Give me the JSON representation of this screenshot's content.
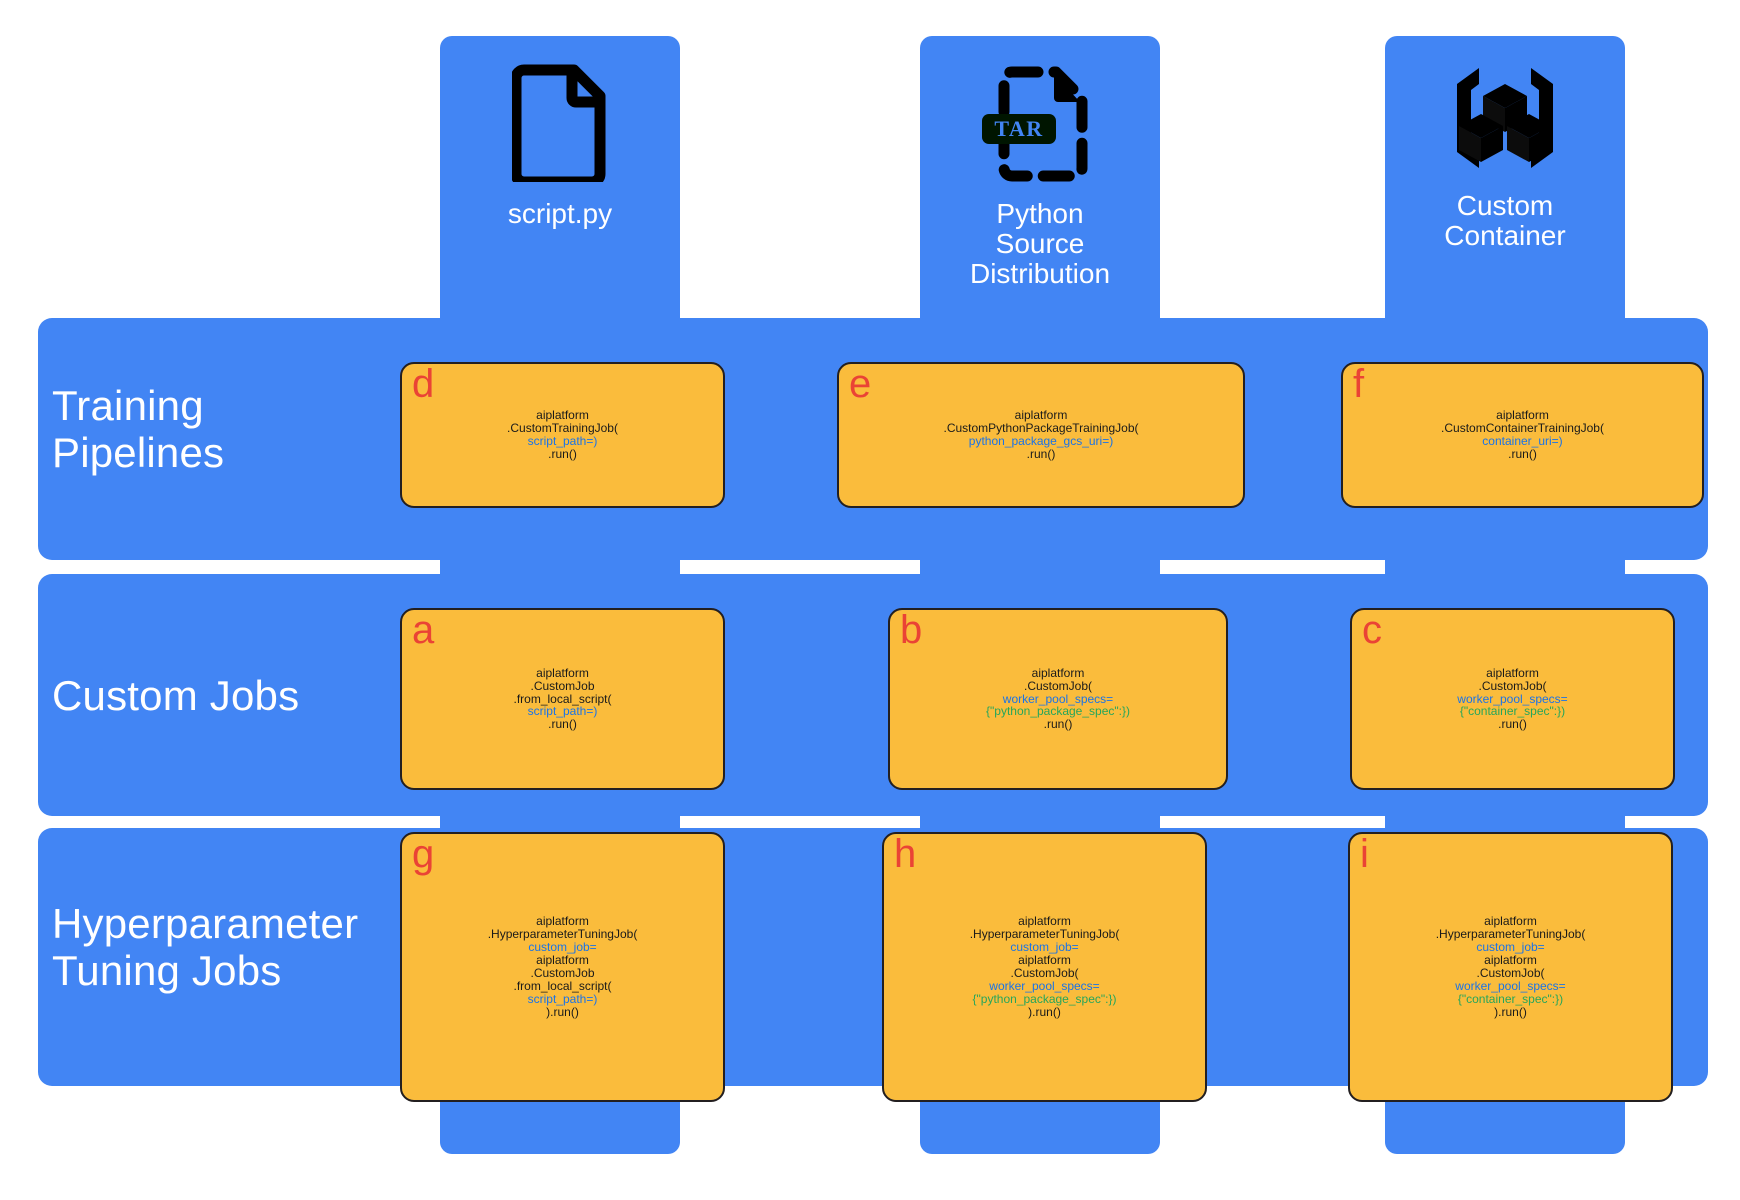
{
  "palette": {
    "blue": "#4285f4",
    "yellow": "#fabc3c",
    "tag_red": "#ea4335",
    "arg_blue": "#1a73e8",
    "spec_green": "#26a65b",
    "text_dark": "#1a1a1a",
    "white": "#ffffff"
  },
  "columns": [
    {
      "id": "script",
      "icon": "file-document-icon",
      "label": "script.py"
    },
    {
      "id": "python-source-dist",
      "icon": "tar-archive-file-icon",
      "label": "Python\nSource\nDistribution"
    },
    {
      "id": "custom-container",
      "icon": "container-cubes-icon",
      "label": "Custom\nContainer"
    }
  ],
  "rows": [
    {
      "id": "training-pipelines",
      "title": "Training\nPipelines"
    },
    {
      "id": "custom-jobs",
      "title": "Custom Jobs"
    },
    {
      "id": "hyperparameter-tuning-jobs",
      "title": "Hyperparameter\nTuning Jobs"
    }
  ],
  "cards": {
    "d": {
      "tag": "d",
      "lines": [
        {
          "text": "aiplatform",
          "kind": "plain"
        },
        {
          "text": ".CustomTrainingJob(",
          "kind": "plain"
        },
        {
          "text": "script_path=)",
          "kind": "arg"
        },
        {
          "text": ".run()",
          "kind": "plain"
        }
      ]
    },
    "e": {
      "tag": "e",
      "lines": [
        {
          "text": "aiplatform",
          "kind": "plain"
        },
        {
          "text": ".CustomPythonPackageTrainingJob(",
          "kind": "plain"
        },
        {
          "text": "python_package_gcs_uri=)",
          "kind": "arg"
        },
        {
          "text": ".run()",
          "kind": "plain"
        }
      ]
    },
    "f": {
      "tag": "f",
      "lines": [
        {
          "text": "aiplatform",
          "kind": "plain"
        },
        {
          "text": ".CustomContainerTrainingJob(",
          "kind": "plain"
        },
        {
          "text": "container_uri=)",
          "kind": "arg"
        },
        {
          "text": ".run()",
          "kind": "plain"
        }
      ]
    },
    "a": {
      "tag": "a",
      "lines": [
        {
          "text": "aiplatform",
          "kind": "plain"
        },
        {
          "text": ".CustomJob",
          "kind": "plain"
        },
        {
          "text": ".from_local_script(",
          "kind": "plain"
        },
        {
          "text": "script_path=)",
          "kind": "arg"
        },
        {
          "text": ".run()",
          "kind": "plain"
        }
      ]
    },
    "b": {
      "tag": "b",
      "lines": [
        {
          "text": "aiplatform",
          "kind": "plain"
        },
        {
          "text": ".CustomJob(",
          "kind": "plain"
        },
        {
          "text": "worker_pool_specs=",
          "kind": "arg"
        },
        {
          "text": "{\"python_package_spec\":})",
          "kind": "spec"
        },
        {
          "text": ".run()",
          "kind": "plain"
        }
      ]
    },
    "c": {
      "tag": "c",
      "lines": [
        {
          "text": "aiplatform",
          "kind": "plain"
        },
        {
          "text": ".CustomJob(",
          "kind": "plain"
        },
        {
          "text": "worker_pool_specs=",
          "kind": "arg"
        },
        {
          "text": "{\"container_spec\":})",
          "kind": "spec"
        },
        {
          "text": ".run()",
          "kind": "plain"
        }
      ]
    },
    "g": {
      "tag": "g",
      "lines": [
        {
          "text": "aiplatform",
          "kind": "plain"
        },
        {
          "text": ".HyperparameterTuningJob(",
          "kind": "plain"
        },
        {
          "text": "custom_job=",
          "kind": "arg"
        },
        {
          "text": "aiplatform",
          "kind": "plain"
        },
        {
          "text": ".CustomJob",
          "kind": "plain"
        },
        {
          "text": ".from_local_script(",
          "kind": "plain"
        },
        {
          "text": "script_path=)",
          "kind": "arg"
        },
        {
          "text": ").run()",
          "kind": "plain"
        }
      ]
    },
    "h": {
      "tag": "h",
      "lines": [
        {
          "text": "aiplatform",
          "kind": "plain"
        },
        {
          "text": ".HyperparameterTuningJob(",
          "kind": "plain"
        },
        {
          "text": "custom_job=",
          "kind": "arg"
        },
        {
          "text": "aiplatform",
          "kind": "plain"
        },
        {
          "text": ".CustomJob(",
          "kind": "plain"
        },
        {
          "text": "worker_pool_specs=",
          "kind": "arg"
        },
        {
          "text": "{\"python_package_spec\":})",
          "kind": "spec"
        },
        {
          "text": ").run()",
          "kind": "plain"
        }
      ]
    },
    "i": {
      "tag": "i",
      "lines": [
        {
          "text": "aiplatform",
          "kind": "plain"
        },
        {
          "text": ".HyperparameterTuningJob(",
          "kind": "plain"
        },
        {
          "text": "custom_job=",
          "kind": "arg"
        },
        {
          "text": "aiplatform",
          "kind": "plain"
        },
        {
          "text": ".CustomJob(",
          "kind": "plain"
        },
        {
          "text": "worker_pool_specs=",
          "kind": "arg"
        },
        {
          "text": "{\"container_spec\":})",
          "kind": "spec"
        },
        {
          "text": ").run()",
          "kind": "plain"
        }
      ]
    }
  }
}
